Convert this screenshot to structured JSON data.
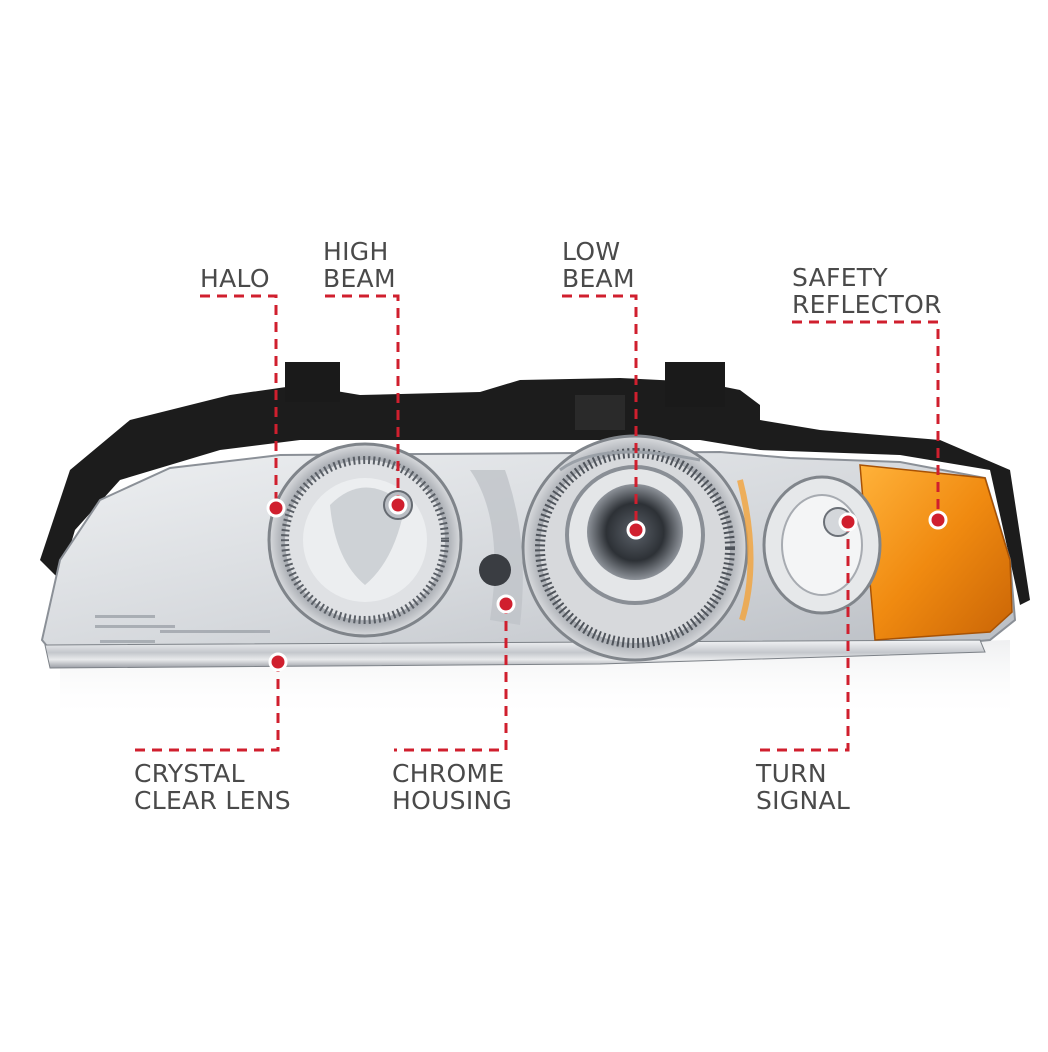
{
  "callouts": {
    "halo": {
      "lines": [
        "HALO"
      ]
    },
    "high_beam": {
      "lines": [
        "HIGH",
        "BEAM"
      ]
    },
    "low_beam": {
      "lines": [
        "LOW",
        "BEAM"
      ]
    },
    "safety_reflector": {
      "lines": [
        "SAFETY",
        "REFLECTOR"
      ]
    },
    "crystal_clear_lens": {
      "lines": [
        "CRYSTAL",
        "CLEAR LENS"
      ]
    },
    "chrome_housing": {
      "lines": [
        "CHROME",
        "HOUSING"
      ]
    },
    "turn_signal": {
      "lines": [
        "TURN",
        "SIGNAL"
      ]
    }
  },
  "colors": {
    "callout_line": "#d01f2e",
    "label_text": "#4a4a4a",
    "amber": "#f08a10",
    "housing_black": "#1c1c1c",
    "chrome": "#c9ccd1"
  }
}
